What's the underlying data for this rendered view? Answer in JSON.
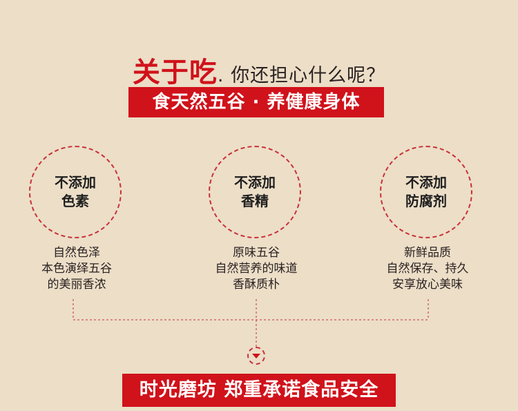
{
  "headline": {
    "main": "关于吃",
    "sub": ". 你还担心什么呢？"
  },
  "banner_top": "食天然五谷 · 养健康身体",
  "features": [
    {
      "title_line1": "不添加",
      "title_line2": "色素",
      "desc": [
        "自然色泽",
        "本色演绎五谷",
        "的美丽香浓"
      ]
    },
    {
      "title_line1": "不添加",
      "title_line2": "香精",
      "desc": [
        "原味五谷",
        "自然营养的味道",
        "香酥质朴"
      ]
    },
    {
      "title_line1": "不添加",
      "title_line2": "防腐剂",
      "desc": [
        "新鲜品质",
        "自然保存、持久",
        "安享放心美味"
      ]
    }
  ],
  "banner_bottom": "时光磨坊 郑重承诺食品安全",
  "icons": {
    "arrow": "chevron-down-circle-icon"
  },
  "colors": {
    "accent": "#d0121b",
    "background": "#ecdec7",
    "dash": "#c9303a",
    "text": "#2a2222"
  }
}
